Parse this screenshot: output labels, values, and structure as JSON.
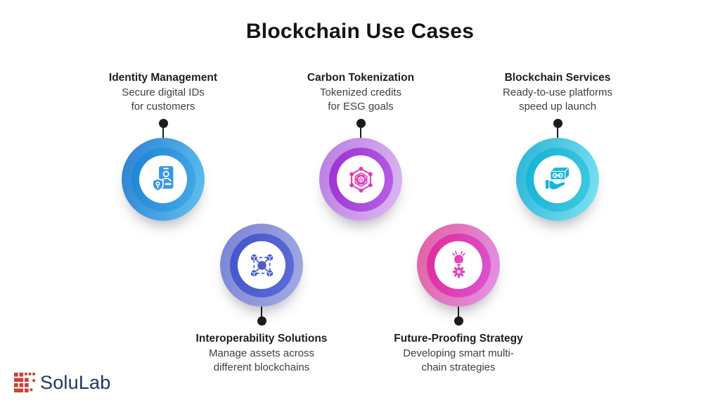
{
  "title": "Blockchain Use Cases",
  "background": "#ffffff",
  "connector_color": "#1c1c1c",
  "cases": [
    {
      "title": "Identity Management",
      "desc1": "Secure digital IDs",
      "desc2": "for customers",
      "icon": "id-badge-shield-icon",
      "colors": {
        "outer_ring": "#2e7fd2 / #5fc2ef",
        "inner_ring": "#1b84d6 / #45a9e6",
        "icon": "#3b97e3"
      }
    },
    {
      "title": "Carbon Tokenization",
      "desc1": "Tokenized credits",
      "desc2": "for ESG goals",
      "icon": "hexagon-token-icon",
      "colors": {
        "outer_ring": "#b97ce2 / #dcb9f2",
        "inner_ring": "#9c31d1 / #b95fe6",
        "icon": "#ee2f9c / #cf40d2"
      }
    },
    {
      "title": "Blockchain Services",
      "desc1": "Ready-to-use platforms",
      "desc2": "speed up launch",
      "icon": "hand-blockchain-icon",
      "colors": {
        "outer_ring": "#2cb3d6 / #7ce4f3",
        "inner_ring": "#14b2d6 / #3fc9e2",
        "icon": "#18b6d9"
      }
    },
    {
      "title": "Interoperability Solutions",
      "desc1": "Manage assets across",
      "desc2": "different blockchains",
      "icon": "interoperability-network-icon",
      "colors": {
        "outer_ring": "#7a83d3 / #a3ace4",
        "inner_ring": "#4355cb / #5d6cd8",
        "icon": "#4a5cd0"
      }
    },
    {
      "title": "Future-Proofing Strategy",
      "desc1": "Developing smart multi-",
      "desc2": "chain strategies",
      "icon": "bulb-gear-icon",
      "colors": {
        "outer_ring": "#e2609e / #e394e9",
        "inner_ring": "#e02b98 / #dc55d4",
        "icon": "#ee3aa2 / #d94fd6"
      }
    }
  ],
  "logo": {
    "text": "SoluLab",
    "mark_color": "#c84237",
    "text_color": "#24365f"
  }
}
